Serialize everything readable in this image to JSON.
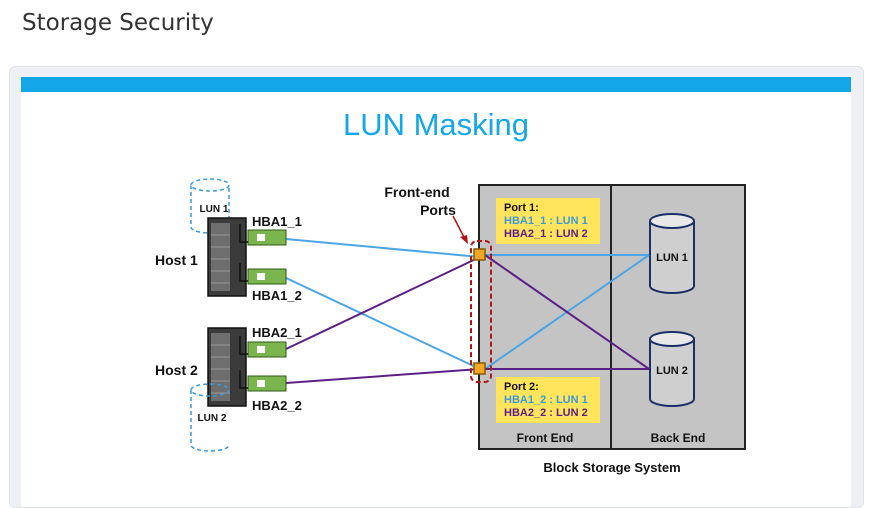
{
  "page": {
    "title": "Storage Security"
  },
  "slide": {
    "title": "LUN Masking",
    "accent_color": "#13a7e7",
    "hosts": [
      {
        "name": "Host 1",
        "lun": "LUN 1",
        "hba_top": "HBA1_1",
        "hba_bottom": "HBA1_2"
      },
      {
        "name": "Host 2",
        "lun": "LUN 2",
        "hba_top": "HBA2_1",
        "hba_bottom": "HBA2_2"
      }
    ],
    "front_end_label_1": "Front-end",
    "front_end_label_2": "Ports",
    "port1": {
      "title": "Port 1:",
      "line1": "HBA1_1 : LUN 1",
      "line2": "HBA2_1 : LUN 2"
    },
    "port2": {
      "title": "Port 2:",
      "line1": "HBA1_2 : LUN 1",
      "line2": "HBA2_2 : LUN 2"
    },
    "storage_luns": [
      "LUN 1",
      "LUN 2"
    ],
    "front_end_section": "Front End",
    "back_end_section": "Back End",
    "system_label": "Block Storage System",
    "colors": {
      "blue_link": "#4aa6e6",
      "purple_link": "#5b1f86",
      "port_box": "#ffe45c",
      "port_mask_border": "#b01515",
      "storage_bg": "#c4c4c4"
    }
  }
}
